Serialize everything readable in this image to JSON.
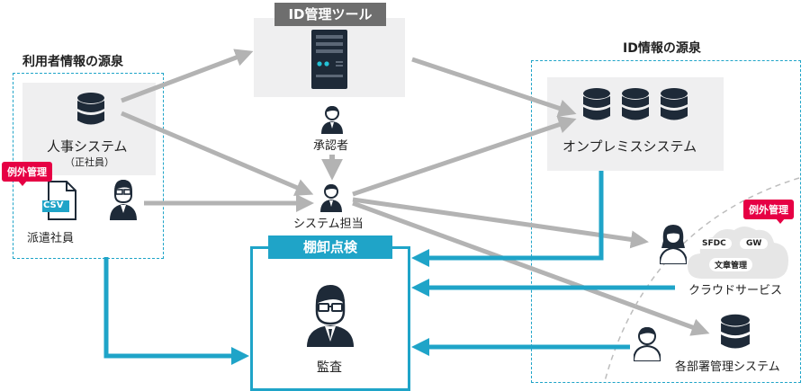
{
  "id_tool": {
    "title": "ID管理ツール"
  },
  "user_source": {
    "title": "利用者情報の源泉"
  },
  "id_source": {
    "title": "ID情報の源泉"
  },
  "hr_system": {
    "label": "人事システム",
    "sub": "（正社員）"
  },
  "exception_badge_left": "例外管理",
  "csv_label": "CSV",
  "dispatch": {
    "label": "派遣社員"
  },
  "approver": {
    "label": "承認者"
  },
  "system_owner": {
    "label": "システム担当"
  },
  "onprem": {
    "label": "オンプレミスシステム"
  },
  "inventory": {
    "title": "棚卸点検"
  },
  "audit": {
    "label": "監査"
  },
  "cloud": {
    "label": "クラウドサービス",
    "badge": "例外管理",
    "tags": [
      "SFDC",
      "GW",
      "文章管理"
    ]
  },
  "dept": {
    "label": "各部署管理システム"
  },
  "colors": {
    "gray_arrow": "#b3b3b3",
    "blue": "#1fa4c8",
    "dark": "#1e2a38",
    "badge": "#e60044"
  }
}
